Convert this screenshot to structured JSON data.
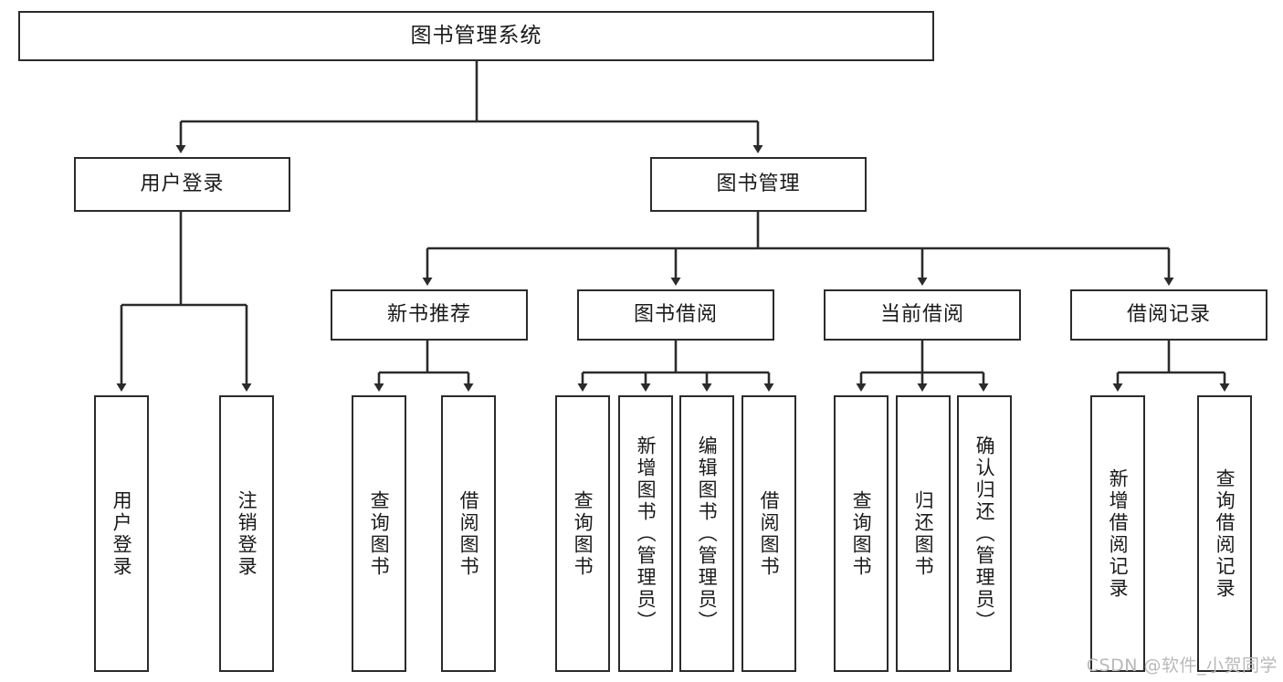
{
  "diagram": {
    "type": "hierarchy-tree",
    "title": "图书管理系统",
    "watermark": "CSDN @软件_小贺同学",
    "colors": {
      "box_border": "#2b2b2b",
      "box_fill": "#ffffff",
      "connector": "#2b2b2b",
      "text": "#1a1a1a",
      "watermark": "#b9b9b9"
    },
    "nodes": {
      "root": {
        "label": "图书管理系统"
      },
      "level1": [
        {
          "label": "用户登录"
        },
        {
          "label": "图书管理"
        }
      ],
      "level2": [
        {
          "label": "新书推荐"
        },
        {
          "label": "图书借阅"
        },
        {
          "label": "当前借阅"
        },
        {
          "label": "借阅记录"
        }
      ],
      "leaves": {
        "user_login": [
          {
            "label": "用户登录"
          },
          {
            "label": "注销登录"
          }
        ],
        "new_book_recommend": [
          {
            "label": "查询图书"
          },
          {
            "label": "借阅图书"
          }
        ],
        "book_borrow": [
          {
            "label": "查询图书"
          },
          {
            "label": "新增图书（管理员）"
          },
          {
            "label": "编辑图书（管理员）"
          },
          {
            "label": "借阅图书"
          }
        ],
        "current_borrow": [
          {
            "label": "查询图书"
          },
          {
            "label": "归还图书"
          },
          {
            "label": "确认归还（管理员）"
          }
        ],
        "borrow_record": [
          {
            "label": "新增借阅记录"
          },
          {
            "label": "查询借阅记录"
          }
        ]
      }
    }
  }
}
